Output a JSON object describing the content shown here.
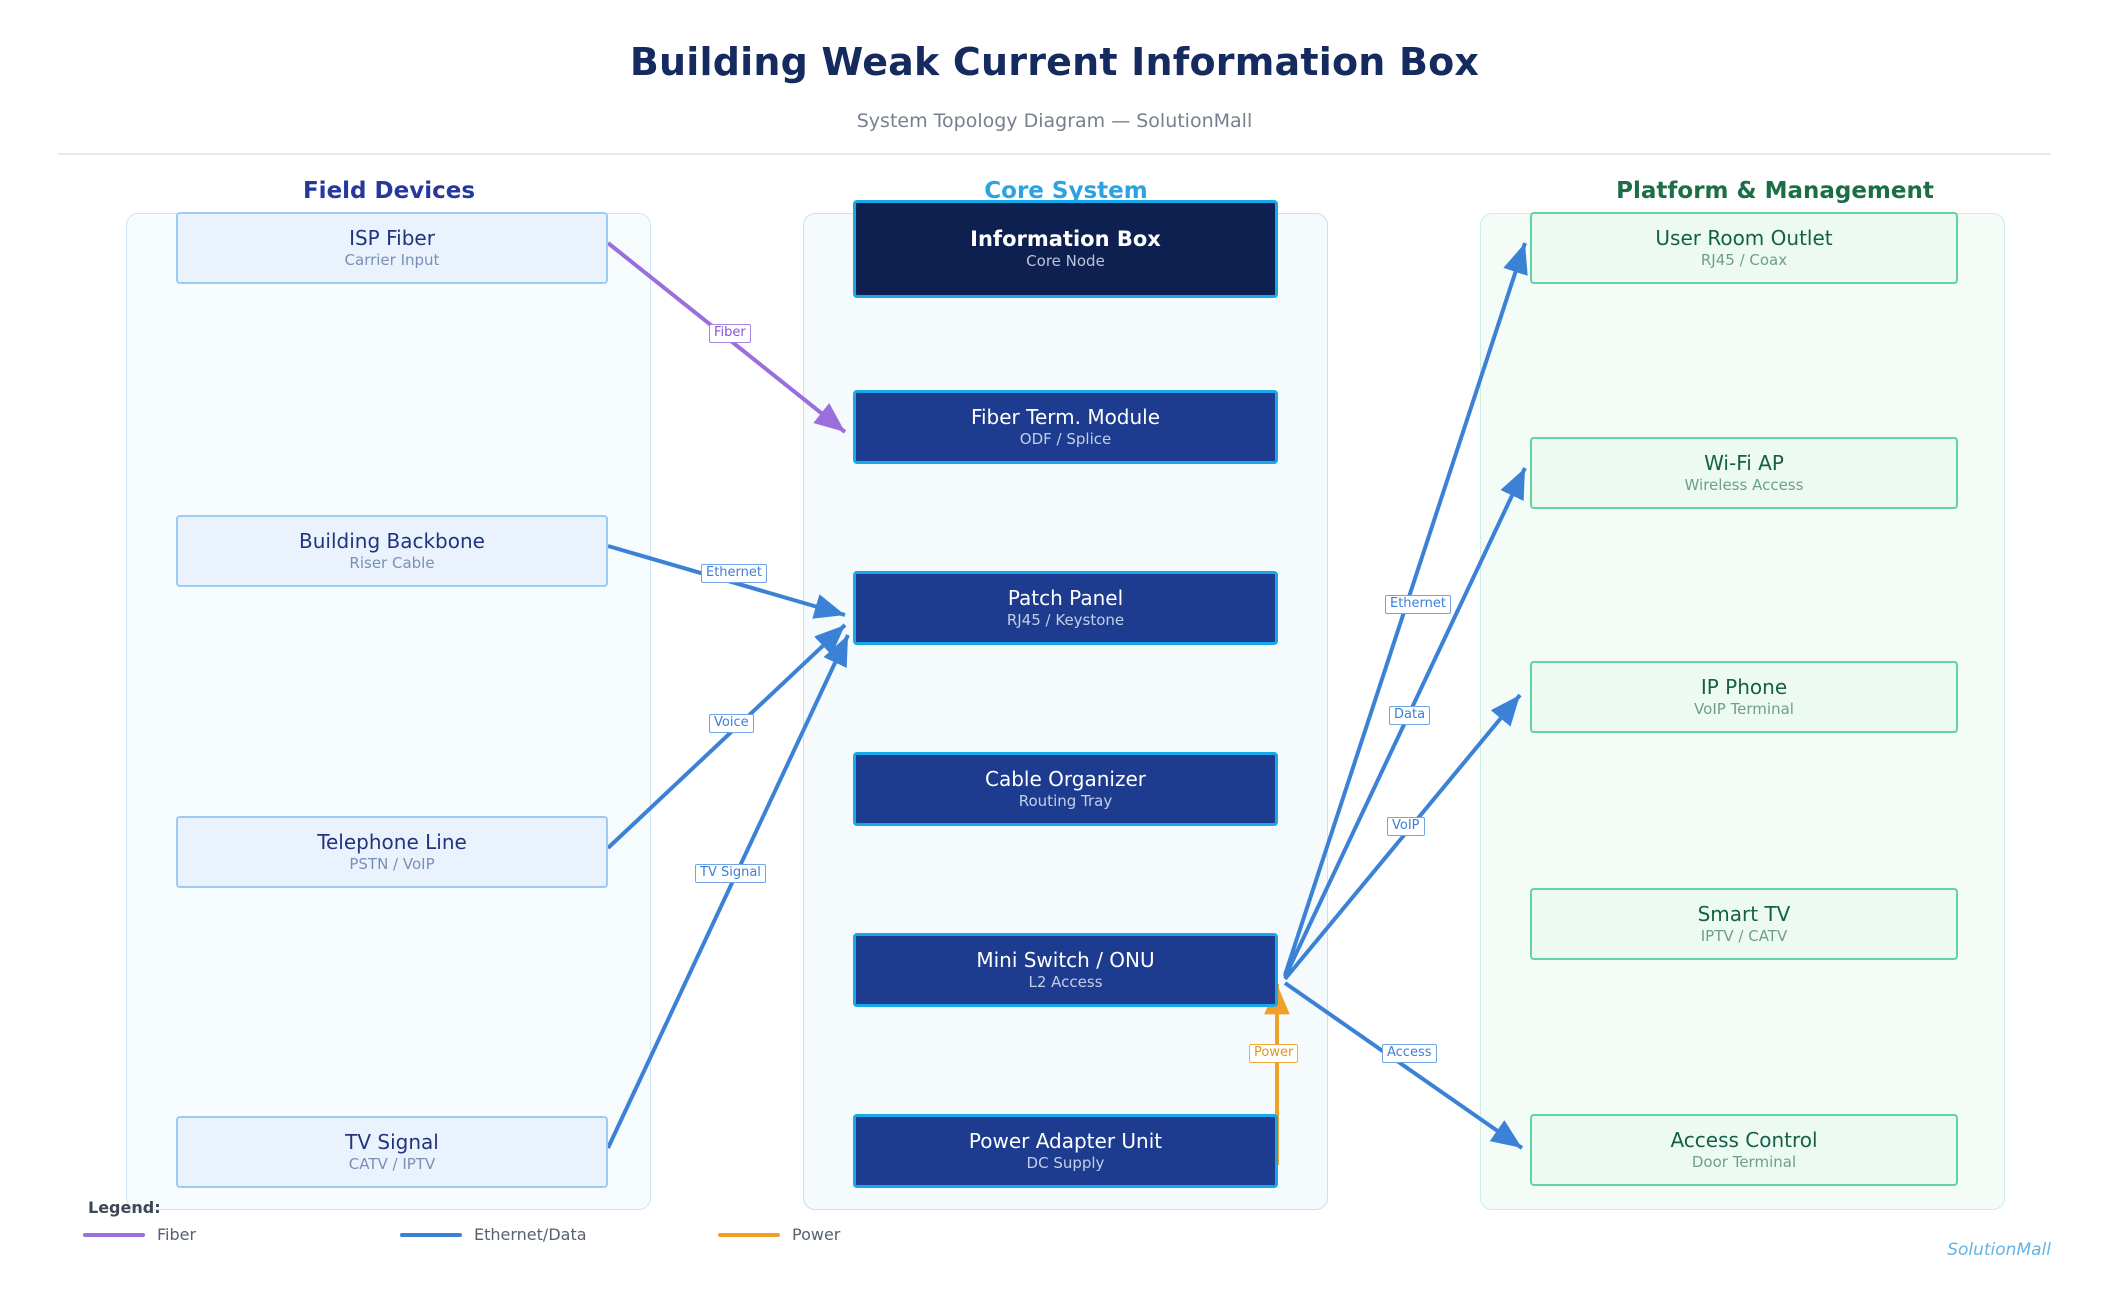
{
  "header": {
    "title": "Building Weak Current Information Box",
    "subtitle": "System Topology Diagram — SolutionMall"
  },
  "watermark": "SolutionMall",
  "colors": {
    "fiber": "#9b6ede",
    "ethernet": "#3b82d6",
    "power": "#f0a028",
    "lane_field": "#26389c",
    "lane_core": "#2aa3e0",
    "lane_platform": "#1b6e45",
    "core_node_fill": "#0d2050",
    "center_node_fill": "#1d3c8f",
    "center_node_border": "#16a8e8",
    "left_node_fill": "#eaf3fd",
    "left_node_border": "#9ecbf0",
    "right_node_fill": "#edfaf1",
    "right_node_border": "#63d2a4"
  },
  "lanes": [
    {
      "id": "field",
      "title": "Field Devices"
    },
    {
      "id": "core",
      "title": "Core System"
    },
    {
      "id": "platform",
      "title": "Platform & Management"
    }
  ],
  "nodes": {
    "field": [
      {
        "title": "ISP Fiber",
        "subtitle": "Carrier Input"
      },
      {
        "title": "Building Backbone",
        "subtitle": "Riser Cable"
      },
      {
        "title": "Telephone Line",
        "subtitle": "PSTN / VoIP"
      },
      {
        "title": "TV Signal",
        "subtitle": "CATV / IPTV"
      }
    ],
    "core": [
      {
        "title": "Information Box",
        "subtitle": "Core Node"
      },
      {
        "title": "Fiber Term. Module",
        "subtitle": "ODF / Splice"
      },
      {
        "title": "Patch Panel",
        "subtitle": "RJ45 / Keystone"
      },
      {
        "title": "Cable Organizer",
        "subtitle": "Routing Tray"
      },
      {
        "title": "Mini Switch / ONU",
        "subtitle": "L2 Access"
      },
      {
        "title": "Power Adapter Unit",
        "subtitle": "DC Supply"
      }
    ],
    "platform": [
      {
        "title": "User Room Outlet",
        "subtitle": "RJ45 / Coax"
      },
      {
        "title": "Wi-Fi AP",
        "subtitle": "Wireless Access"
      },
      {
        "title": "IP Phone",
        "subtitle": "VoIP Terminal"
      },
      {
        "title": "Smart TV",
        "subtitle": "IPTV / CATV"
      },
      {
        "title": "Access Control",
        "subtitle": "Door Terminal"
      }
    ]
  },
  "edge_labels": [
    {
      "id": "fiber",
      "text": "Fiber"
    },
    {
      "id": "ethernet1",
      "text": "Ethernet"
    },
    {
      "id": "voice",
      "text": "Voice"
    },
    {
      "id": "tvsignal",
      "text": "TV Signal"
    },
    {
      "id": "ethernet2",
      "text": "Ethernet"
    },
    {
      "id": "data",
      "text": "Data"
    },
    {
      "id": "voip",
      "text": "VoIP"
    },
    {
      "id": "power",
      "text": "Power"
    },
    {
      "id": "access",
      "text": "Access"
    }
  ],
  "legend": {
    "title": "Legend:",
    "items": [
      {
        "label": "Fiber",
        "color": "#9b6ede"
      },
      {
        "label": "Ethernet/Data",
        "color": "#3b82d6"
      },
      {
        "label": "Power",
        "color": "#f0a028"
      }
    ]
  }
}
